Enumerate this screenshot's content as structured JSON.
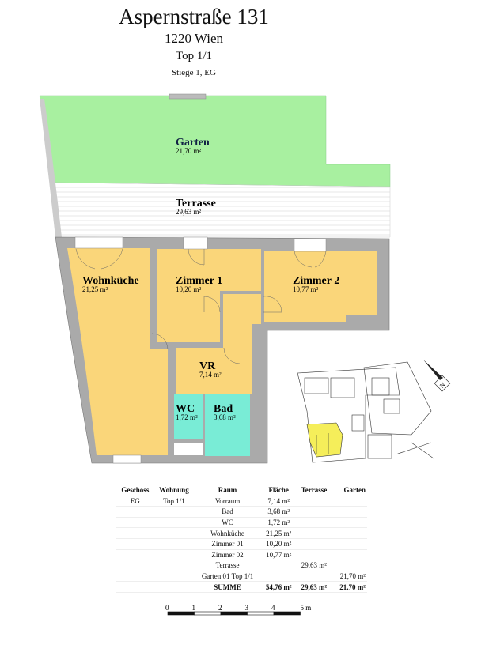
{
  "header": {
    "title": "Aspernstraße 131",
    "city": "1220 Wien",
    "unit": "Top 1/1",
    "stair_floor": "Stiege 1, EG"
  },
  "colors": {
    "garden": "#a8f0a0",
    "living": "#fad67a",
    "wet": "#79ecd6",
    "wall": "#aaaaaa",
    "keymap_highlight": "#f5ee5a"
  },
  "rooms": {
    "garten": {
      "name": "Garten",
      "area": "21,70 m²"
    },
    "terrasse": {
      "name": "Terrasse",
      "area": "29,63 m²"
    },
    "wohnkueche": {
      "name": "Wohnküche",
      "area": "21,25 m²"
    },
    "zimmer1": {
      "name": "Zimmer 1",
      "area": "10,20 m²"
    },
    "zimmer2": {
      "name": "Zimmer 2",
      "area": "10,77 m²"
    },
    "vr": {
      "name": "VR",
      "area": "7,14 m²"
    },
    "wc": {
      "name": "WC",
      "area": "1,72 m²"
    },
    "bad": {
      "name": "Bad",
      "area": "3,68 m²"
    }
  },
  "table": {
    "headers": [
      "Geschoss",
      "Wohnung",
      "Raum",
      "Fläche",
      "Terrasse",
      "Garten"
    ],
    "rows": [
      [
        "EG",
        "Top 1/1",
        "Vorraum",
        "7,14 m²",
        "",
        ""
      ],
      [
        "",
        "",
        "Bad",
        "3,68 m²",
        "",
        ""
      ],
      [
        "",
        "",
        "WC",
        "1,72 m²",
        "",
        ""
      ],
      [
        "",
        "",
        "Wohnküche",
        "21,25 m²",
        "",
        ""
      ],
      [
        "",
        "",
        "Zimmer 01",
        "10,20 m²",
        "",
        ""
      ],
      [
        "",
        "",
        "Zimmer 02",
        "10,77 m²",
        "",
        ""
      ],
      [
        "",
        "",
        "Terrasse",
        "",
        "29,63 m²",
        ""
      ],
      [
        "",
        "",
        "Garten 01 Top 1/1",
        "",
        "",
        "21,70 m²"
      ]
    ],
    "sum": [
      "",
      "",
      "SUMME",
      "54,76 m²",
      "29,63 m²",
      "21,70 m²"
    ]
  },
  "scale_bar": {
    "labels": [
      "0",
      "1",
      "2",
      "3",
      "4",
      "5 m"
    ]
  },
  "north_arrow": {
    "label": "N",
    "icon": "north-arrow-icon"
  }
}
